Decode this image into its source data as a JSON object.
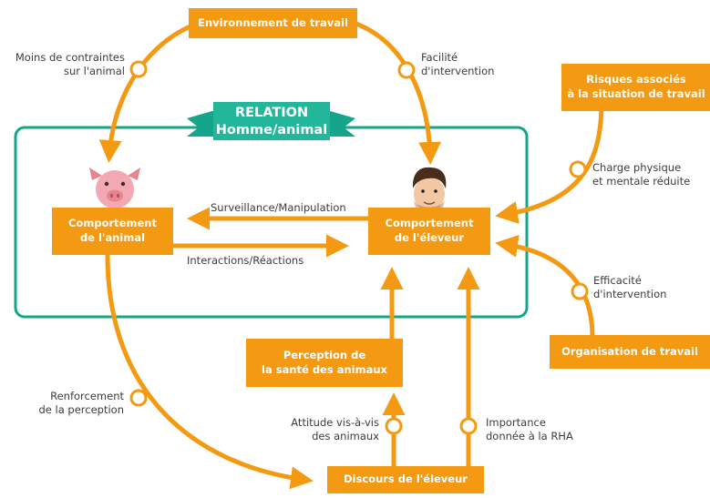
{
  "colors": {
    "orange": "#f39a12",
    "teal": "#15a58a",
    "banner": "#22b69b",
    "text": "#3c3c3c"
  },
  "banner": {
    "line1": "RELATION",
    "line2": "Homme/animal"
  },
  "boxes": {
    "environnement": "Environnement de travail",
    "risques": "Risques associés\nà la situation de travail",
    "comportement_animal": "Comportement\nde l'animal",
    "comportement_eleveur": "Comportement\nde l'éleveur",
    "perception": "Perception de\nla santé des animaux",
    "organisation": "Organisation de travail",
    "discours": "Discours de l'éleveur"
  },
  "labels": {
    "moins_contraintes": "Moins de contraintes\nsur l'animal",
    "facilite": "Facilité\nd'intervention",
    "charge": "Charge physique\net mentale réduite",
    "surveillance": "Surveillance/Manipulation",
    "interactions": "Interactions/Réactions",
    "efficacite": "Efficacité\nd'intervention",
    "renforcement": "Renforcement\nde la perception",
    "attitude": "Attitude vis-à-vis\ndes animaux",
    "importance": "Importance\ndonnée à la RHA"
  },
  "icons": {
    "animal": "pig-icon",
    "farmer": "farmer-face-icon"
  }
}
